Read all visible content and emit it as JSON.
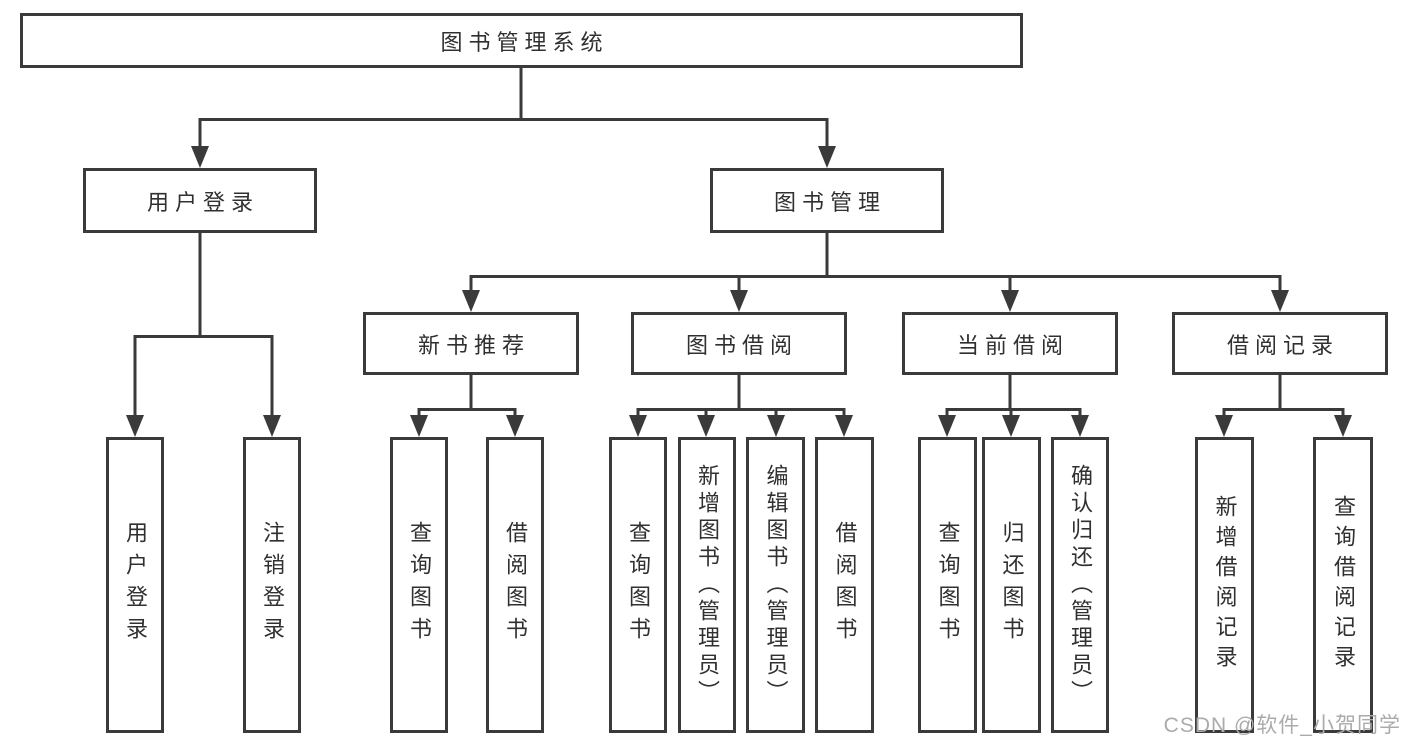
{
  "diagram": {
    "root": {
      "label": "图书管理系统"
    },
    "level2": [
      {
        "label": "用户登录"
      },
      {
        "label": "图书管理"
      }
    ],
    "level3": [
      {
        "label": "新书推荐"
      },
      {
        "label": "图书借阅"
      },
      {
        "label": "当前借阅"
      },
      {
        "label": "借阅记录"
      }
    ],
    "leaves": {
      "user_login": [
        "用户登录",
        "注销登录"
      ],
      "new_book_recommendation": [
        "查询图书",
        "借阅图书"
      ],
      "book_borrowing": [
        "查询图书",
        "新增图书（管理员）",
        "编辑图书（管理员）",
        "借阅图书"
      ],
      "current_borrowing": [
        "查询图书",
        "归还图书",
        "确认归还（管理员）"
      ],
      "borrowing_records": [
        "新增借阅记录",
        "查询借阅记录"
      ]
    }
  },
  "watermark": "CSDN @软件_小贺同学",
  "colors": {
    "line": "#3a3a3a",
    "text": "#303030",
    "watermark": "#ababab",
    "background": "#ffffff"
  }
}
